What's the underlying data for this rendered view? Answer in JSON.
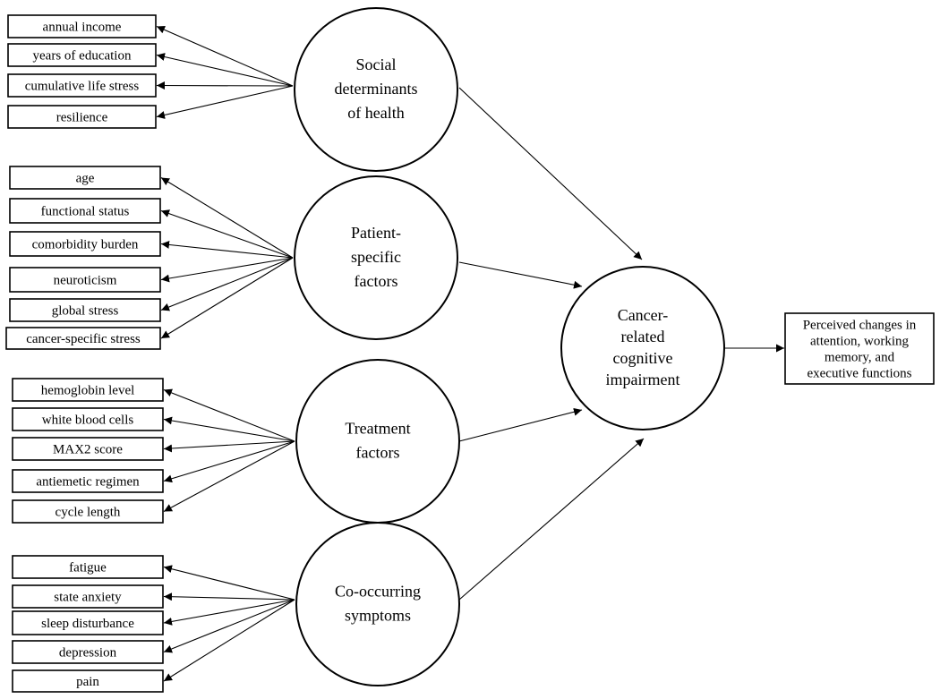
{
  "constructs": [
    {
      "id": "social",
      "label_lines": [
        "Social",
        "determinants",
        "of  health"
      ],
      "indicators": [
        "annual income",
        "years of education",
        "cumulative life stress",
        "resilience"
      ]
    },
    {
      "id": "patient",
      "label_lines": [
        "Patient-",
        "specific",
        "factors"
      ],
      "indicators": [
        "age",
        "functional status",
        "comorbidity burden",
        "neuroticism",
        "global stress",
        "cancer-specific stress"
      ]
    },
    {
      "id": "treatment",
      "label_lines": [
        "Treatment",
        "factors"
      ],
      "indicators": [
        "hemoglobin level",
        "white blood cells",
        "MAX2 score",
        "antiemetic regimen",
        "cycle length"
      ]
    },
    {
      "id": "symptoms",
      "label_lines": [
        "Co-occurring",
        "symptoms"
      ],
      "indicators": [
        "fatigue",
        "state anxiety",
        "sleep disturbance",
        "depression",
        "pain"
      ]
    }
  ],
  "central": {
    "label_lines": [
      "Cancer-",
      "related",
      "cognitive",
      "impairment"
    ]
  },
  "outcome": {
    "label_lines": [
      "Perceived changes in",
      "attention, working",
      "memory, and",
      "executive functions"
    ]
  }
}
